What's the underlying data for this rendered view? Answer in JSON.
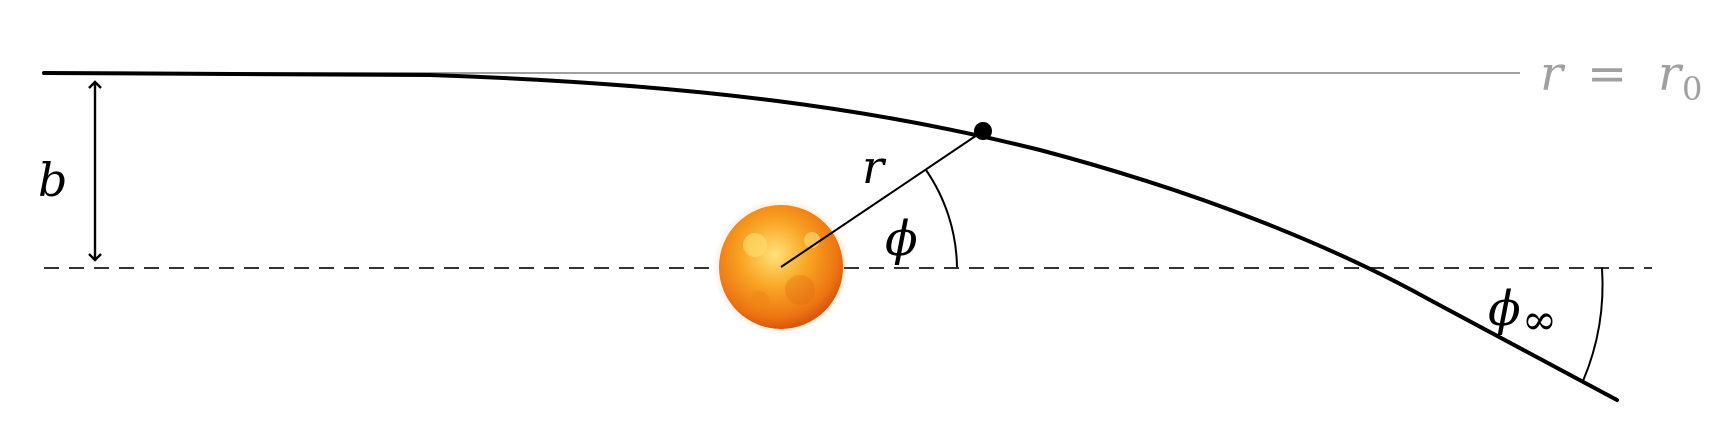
{
  "labels": {
    "b": "b",
    "r": "r",
    "phi": "ϕ",
    "phi_inf_symbol": "ϕ",
    "phi_inf_sub": "∞",
    "r0_lhs": "r",
    "r0_eq": "=",
    "r0_rhs": "r",
    "r0_sub": "0"
  },
  "colors": {
    "trajectory": "#000000",
    "guide_line": "#a0a0a0",
    "guide_label": "#a0a0a0",
    "dashed_axis": "#333333",
    "sun_core": "#ffd24a",
    "sun_mid": "#f59a1c",
    "sun_edge": "#e0620e"
  }
}
